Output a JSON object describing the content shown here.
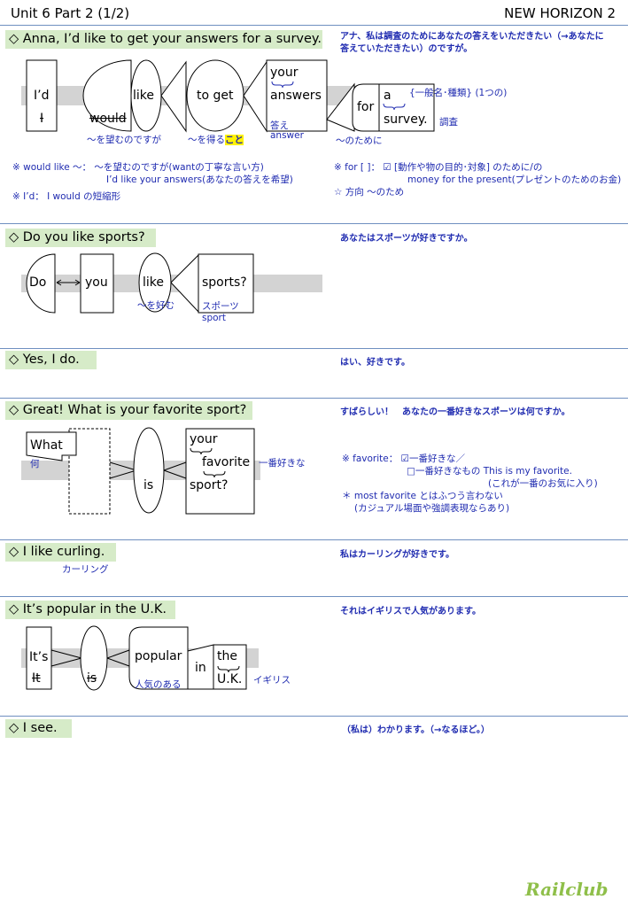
{
  "header": {
    "lesson": "Unit 6 Part 2 (1/2)",
    "textbook": "NEW HORIZON 2"
  },
  "sentences": [
    {
      "english": "◇ Anna, I’d like to get your answers for a survey.",
      "japanese_line1": "アナ、私は調査のためにあなたの答えをいただきたい（→あなたに",
      "japanese_line2": "答えていただきたい）のですが。",
      "diagram": {
        "w_id": "I’d",
        "w_I": "I",
        "w_would": "would",
        "w_like": "like",
        "w_toget": "to get",
        "w_your": "your",
        "w_answers": "answers",
        "w_for": "for",
        "w_a": "a",
        "w_survey": "survey.",
        "g_would_like": "〜を望むのですが",
        "g_toget_pre": "〜を得る",
        "g_toget_hl": "こと",
        "g_answers_jp": "答え",
        "g_answers_en": "answer",
        "g_for": "〜のために",
        "g_a": "{一般名･種類} (1つの)",
        "g_survey": "調査"
      },
      "notes_left": [
        "※ would like 〜：  〜を望むのですが(wantの丁寧な言い方)",
        "I’d like your answers(あなたの答えを希望)",
        "※ I’d：  I would の短縮形"
      ],
      "notes_right": [
        "※ for [ ]：  ☑ [動作や物の目的･対象] のために/の",
        "money for the present(プレゼントのためのお金)",
        "☆ 方向 〜のため"
      ]
    },
    {
      "english": "◇ Do you like sports?",
      "japanese_line1": "あなたはスポーツが好きですか。",
      "diagram": {
        "w_do": "Do",
        "w_you": "you",
        "w_like": "like",
        "w_sports": "sports?",
        "g_like": "〜を好む",
        "g_sports_jp": "スポーツ",
        "g_sports_en": "sport"
      }
    },
    {
      "english": "◇ Yes, I do.",
      "japanese_line1": "はい、好きです。"
    },
    {
      "english": "◇ Great! What is your favorite sport?",
      "japanese_line1": "すばらしい！　あなたの一番好きなスポーツは何ですか。",
      "diagram": {
        "w_what": "What",
        "w_is": "is",
        "w_your": "your",
        "w_favorite": "favorite",
        "w_sport": "sport?",
        "g_what": "何",
        "g_favorite": "一番好きな"
      },
      "notes_right": [
        "※ favorite：  ☑一番好きな／",
        "□一番好きなもの This is my favorite.",
        "(これが一番のお気に入り)",
        "＊ most favorite とはふつう言わない",
        "(カジュアル場面や強調表現ならあり)"
      ]
    },
    {
      "english": "◇ I like curling.",
      "japanese_line1": "私はカーリングが好きです。",
      "gloss": "カーリング"
    },
    {
      "english": "◇ It’s popular in the U.K.",
      "japanese_line1": "それはイギリスで人気があります。",
      "diagram": {
        "w_its": "It’s",
        "w_it": "It",
        "w_is": "is",
        "w_popular": "popular",
        "w_in": "in",
        "w_the": "the",
        "w_uk": "U.K.",
        "g_popular": "人気のある",
        "g_uk": "イギリス"
      }
    },
    {
      "english": "◇ I see.",
      "japanese_line1": "（私は）わかります。（→なるほど。）"
    }
  ],
  "footer": {
    "logo": "Railclub"
  },
  "colors": {
    "sentence_bg": "#d6ebc8",
    "japanese_text": "#1f2bb0",
    "divider": "#6f8fc0",
    "highlight": "#fff200",
    "logo": "#8fbf4a"
  }
}
